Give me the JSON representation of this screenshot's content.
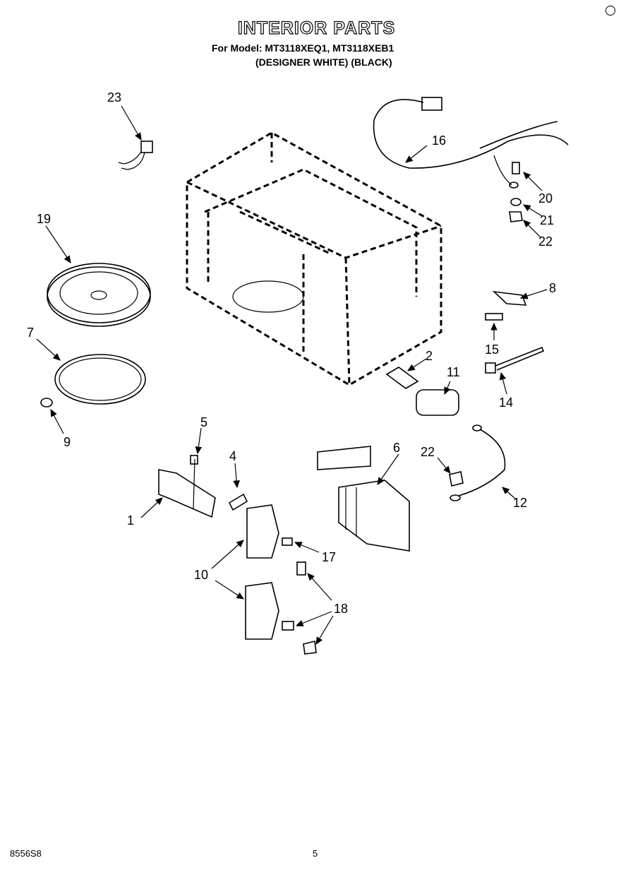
{
  "header": {
    "title": "INTERIOR PARTS",
    "model_line": "For Model: MT3118XEQ1, MT3118XEB1",
    "color_line": "(DESIGNER WHITE) (BLACK)"
  },
  "footer": {
    "doc_number": "8556S8",
    "page_number": "5"
  },
  "callouts": {
    "p1": "1",
    "p2": "2",
    "p4": "4",
    "p5": "5",
    "p6": "6",
    "p7": "7",
    "p8": "8",
    "p9": "9",
    "p10": "10",
    "p11": "11",
    "p12": "12",
    "p14": "14",
    "p15": "15",
    "p16": "16",
    "p17": "17",
    "p18": "18",
    "p19": "19",
    "p20": "20",
    "p21": "21",
    "p22a": "22",
    "p22b": "22",
    "p23": "23"
  }
}
